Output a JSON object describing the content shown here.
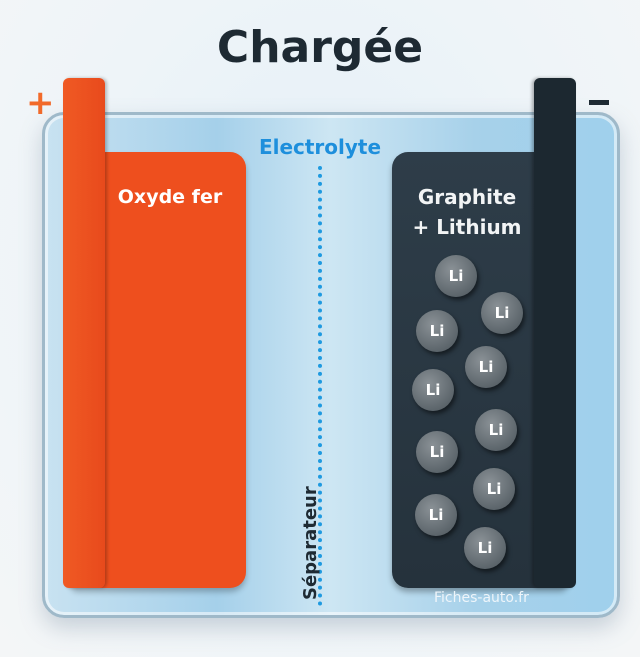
{
  "title": "Chargée",
  "terminals": {
    "positive": "+",
    "negative": "-"
  },
  "electrolyte_label": "Electrolyte",
  "separator_label": "Séparateur",
  "positive_electrode": {
    "label": "Oxyde fer",
    "color": "#ee4f1e"
  },
  "negative_electrode": {
    "label_line1": "Graphite",
    "label_line2": "+ Lithium",
    "color": "#2b3944"
  },
  "ions": [
    "Li",
    "Li",
    "Li",
    "Li",
    "Li",
    "Li",
    "Li",
    "Li",
    "Li",
    "Li"
  ],
  "watermark": "Fiches-auto.fr",
  "colors": {
    "accent": "#1e8fdc",
    "electrolyte": "#a5d0ea"
  }
}
